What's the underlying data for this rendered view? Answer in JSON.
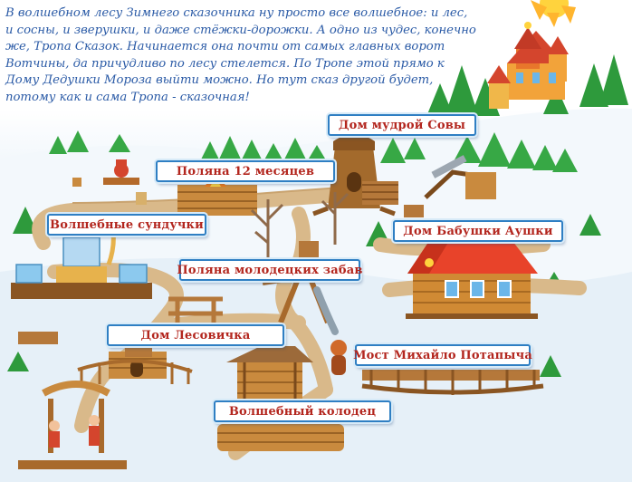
{
  "intro": {
    "lines": [
      "В волшебном лесу Зимнего сказочника ну просто все волшебное: и лес,",
      "и сосны, и зверушки, и даже стёжки-дорожки. А одно из чудес, конечно",
      "же, Тропа Сказок. Начинается она почти от самых главных ворот",
      "Вотчины, да причудливо по лесу стелется. По Тропе этой прямо к",
      "Дому Дедушки Мороза выйти можно. Но тут сказ другой будет,",
      "потому как и сама Тропа - сказочная!"
    ]
  },
  "places": {
    "owl_house": "Дом мудрой Совы",
    "glade_12_months": "Поляна 12 месяцев",
    "magic_chests": "Волшебные сундучки",
    "granny_house": "Дом Бабушки Аушки",
    "brave_games_glade": "Поляна молодецких забав",
    "forest_man_house": "Дом Лесовичка",
    "mikhailo_bridge": "Мост Михайло Потапыча",
    "magic_well": "Волшебный колодец"
  },
  "colors": {
    "text_blue": "#2a5aa6",
    "banner_red": "#b3261e",
    "banner_border": "#2f7fc3",
    "path": "#d9b98a",
    "snow": "#eef5fb",
    "tree": "#2e9a3c"
  }
}
